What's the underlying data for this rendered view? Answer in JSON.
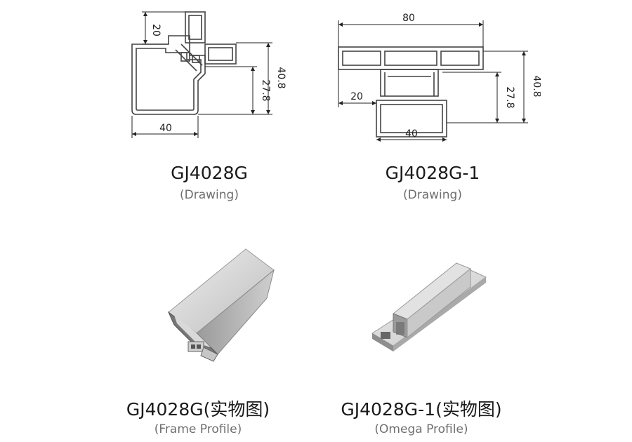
{
  "items": [
    {
      "code": "GJ4028G",
      "caption": "(Drawing)"
    },
    {
      "code": "GJ4028G-1",
      "caption": "(Drawing)"
    },
    {
      "code": "GJ4028G(实物图)",
      "caption": "(Frame Profile)"
    },
    {
      "code": "GJ4028G-1(实物图)",
      "caption": "(Omega Profile)"
    }
  ],
  "drawing_left": {
    "dim_top": "20",
    "dim_right_inner": "27.8",
    "dim_right_outer": "40.8",
    "dim_bottom": "40"
  },
  "drawing_right": {
    "dim_top": "80",
    "dim_left": "20",
    "dim_right_inner": "27.8",
    "dim_right_outer": "40.8",
    "dim_bottom": "40"
  },
  "colors": {
    "line": "#222222",
    "profile_stroke": "#444444",
    "aluminum_light": "#e4e4e4",
    "aluminum_mid": "#c2c2c2",
    "aluminum_dark": "#8e8e8e"
  }
}
